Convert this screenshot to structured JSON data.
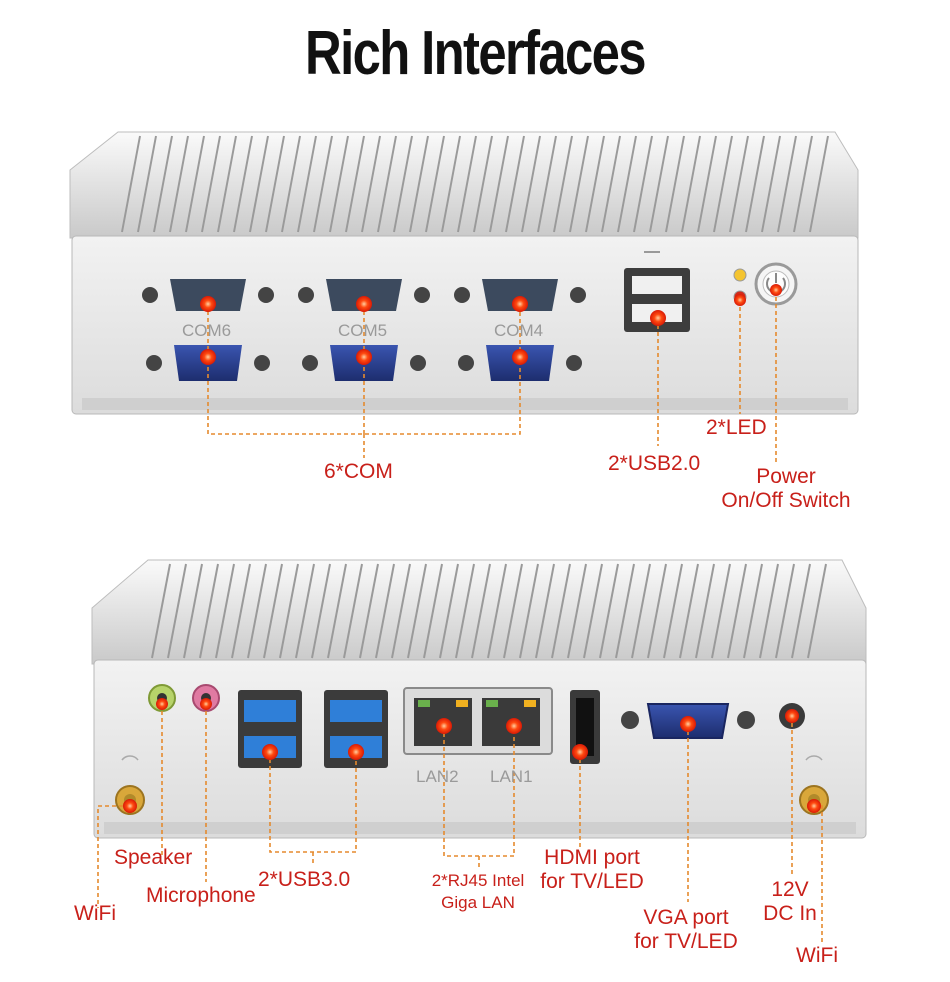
{
  "title": "Rich Interfaces",
  "colors": {
    "label": "#c8201a",
    "leader": "#e58a2e",
    "chassis": "#e6e6e6",
    "com_port": "#2a3d86",
    "led_dot": "#ff3b10"
  },
  "front_panel": {
    "port_markings": [
      "COM6",
      "COM5",
      "COM4"
    ],
    "labels": {
      "com": "6*COM",
      "usb2": "2*USB2.0",
      "led": "2*LED",
      "power_line1": "Power",
      "power_line2": "On/Off Switch"
    }
  },
  "back_panel": {
    "port_markings": [
      "LAN2",
      "LAN1"
    ],
    "labels": {
      "speaker": "Speaker",
      "microphone": "Microphone",
      "wifi_left": "WiFi",
      "usb3": "2*USB3.0",
      "rj45_line1": "2*RJ45 Intel",
      "rj45_line2": "Giga LAN",
      "hdmi_line1": "HDMI port",
      "hdmi_line2": "for TV/LED",
      "vga_line1": "VGA port",
      "vga_line2": "for TV/LED",
      "dc_line1": "12V",
      "dc_line2": "DC In",
      "wifi_right": "WiFi"
    }
  }
}
